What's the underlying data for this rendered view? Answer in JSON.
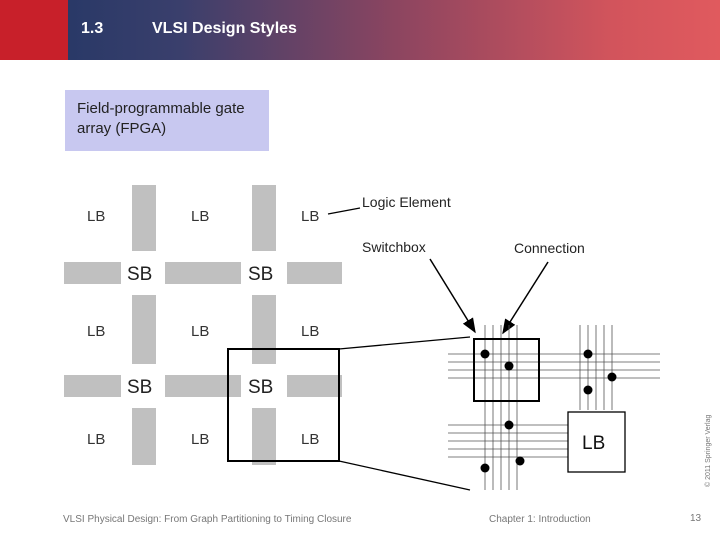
{
  "header": {
    "section_number": "1.3",
    "title": "VLSI Design Styles"
  },
  "fpga_label": "Field-programmable gate array (FPGA)",
  "diagram": {
    "lb_label": "LB",
    "sb_label": "SB",
    "logic_element_label": "Logic Element",
    "switchbox_label": "Switchbox",
    "connection_label": "Connection",
    "zoom_lb_label": "LB"
  },
  "footer": {
    "left": "VLSI Physical Design: From Graph Partitioning to Timing Closure",
    "middle": "Chapter 1: Introduction",
    "page": "13"
  },
  "copyright": "© 2011 Springer Verlag",
  "colors": {
    "grid": "#c0c0c0",
    "header_accent": "#c8202a",
    "fpga_box": "#c8c8f0"
  }
}
